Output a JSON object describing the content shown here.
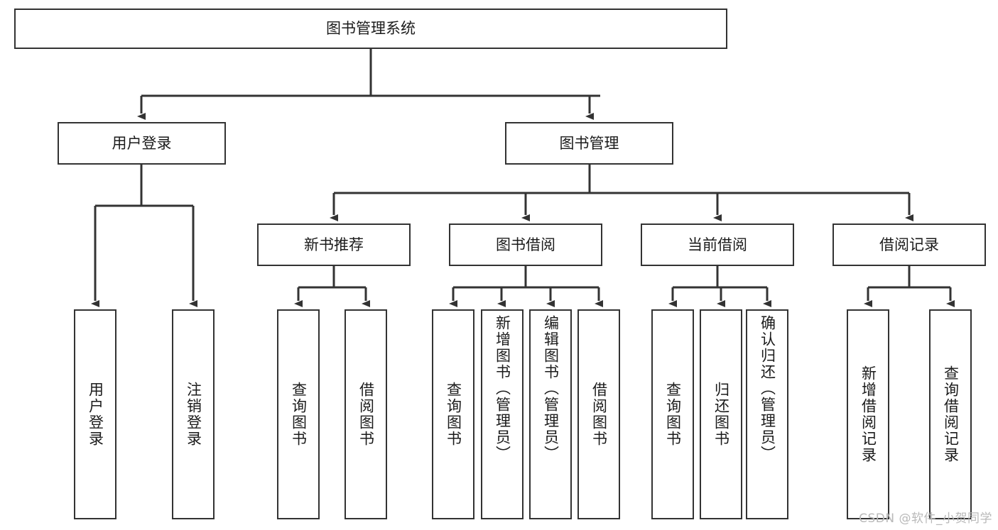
{
  "diagram": {
    "type": "tree-hierarchy-chart",
    "title": "图书管理系统",
    "watermark": "CSDN @软件_小贺同学",
    "colors": {
      "box_border": "#333333",
      "box_fill": "#ffffff",
      "connector": "#333333",
      "text": "#1b1b1b",
      "watermark": "#b9b9b9"
    },
    "levels": {
      "root": {
        "label": "图书管理系统"
      },
      "level2": [
        {
          "id": "user-login",
          "label": "用户登录"
        },
        {
          "id": "book-management",
          "label": "图书管理"
        }
      ],
      "level3": [
        {
          "id": "new-book-recommend",
          "label": "新书推荐",
          "parent": "book-management"
        },
        {
          "id": "book-borrow",
          "label": "图书借阅",
          "parent": "book-management"
        },
        {
          "id": "current-borrow",
          "label": "当前借阅",
          "parent": "book-management"
        },
        {
          "id": "borrow-record",
          "label": "借阅记录",
          "parent": "book-management"
        }
      ],
      "leaves": [
        {
          "id": "leaf-user-login",
          "label": "用户登录",
          "parent": "user-login"
        },
        {
          "id": "leaf-logout-login",
          "label": "注销登录",
          "parent": "user-login"
        },
        {
          "id": "leaf-query-book-1",
          "label": "查询图书",
          "parent": "new-book-recommend"
        },
        {
          "id": "leaf-borrow-book-1",
          "label": "借阅图书",
          "parent": "new-book-recommend"
        },
        {
          "id": "leaf-query-book-2",
          "label": "查询图书",
          "parent": "book-borrow"
        },
        {
          "id": "leaf-add-book",
          "label": "新增图书（管理员）",
          "parent": "book-borrow"
        },
        {
          "id": "leaf-edit-book",
          "label": "编辑图书（管理员）",
          "parent": "book-borrow"
        },
        {
          "id": "leaf-borrow-book-2",
          "label": "借阅图书",
          "parent": "book-borrow"
        },
        {
          "id": "leaf-query-book-3",
          "label": "查询图书",
          "parent": "current-borrow"
        },
        {
          "id": "leaf-return-book",
          "label": "归还图书",
          "parent": "current-borrow"
        },
        {
          "id": "leaf-confirm-return",
          "label": "确认归还（管理员）",
          "parent": "current-borrow"
        },
        {
          "id": "leaf-add-borrow-record",
          "label": "新增借阅记录",
          "parent": "borrow-record"
        },
        {
          "id": "leaf-query-borrow-record",
          "label": "查询借阅记录",
          "parent": "borrow-record"
        }
      ]
    }
  }
}
